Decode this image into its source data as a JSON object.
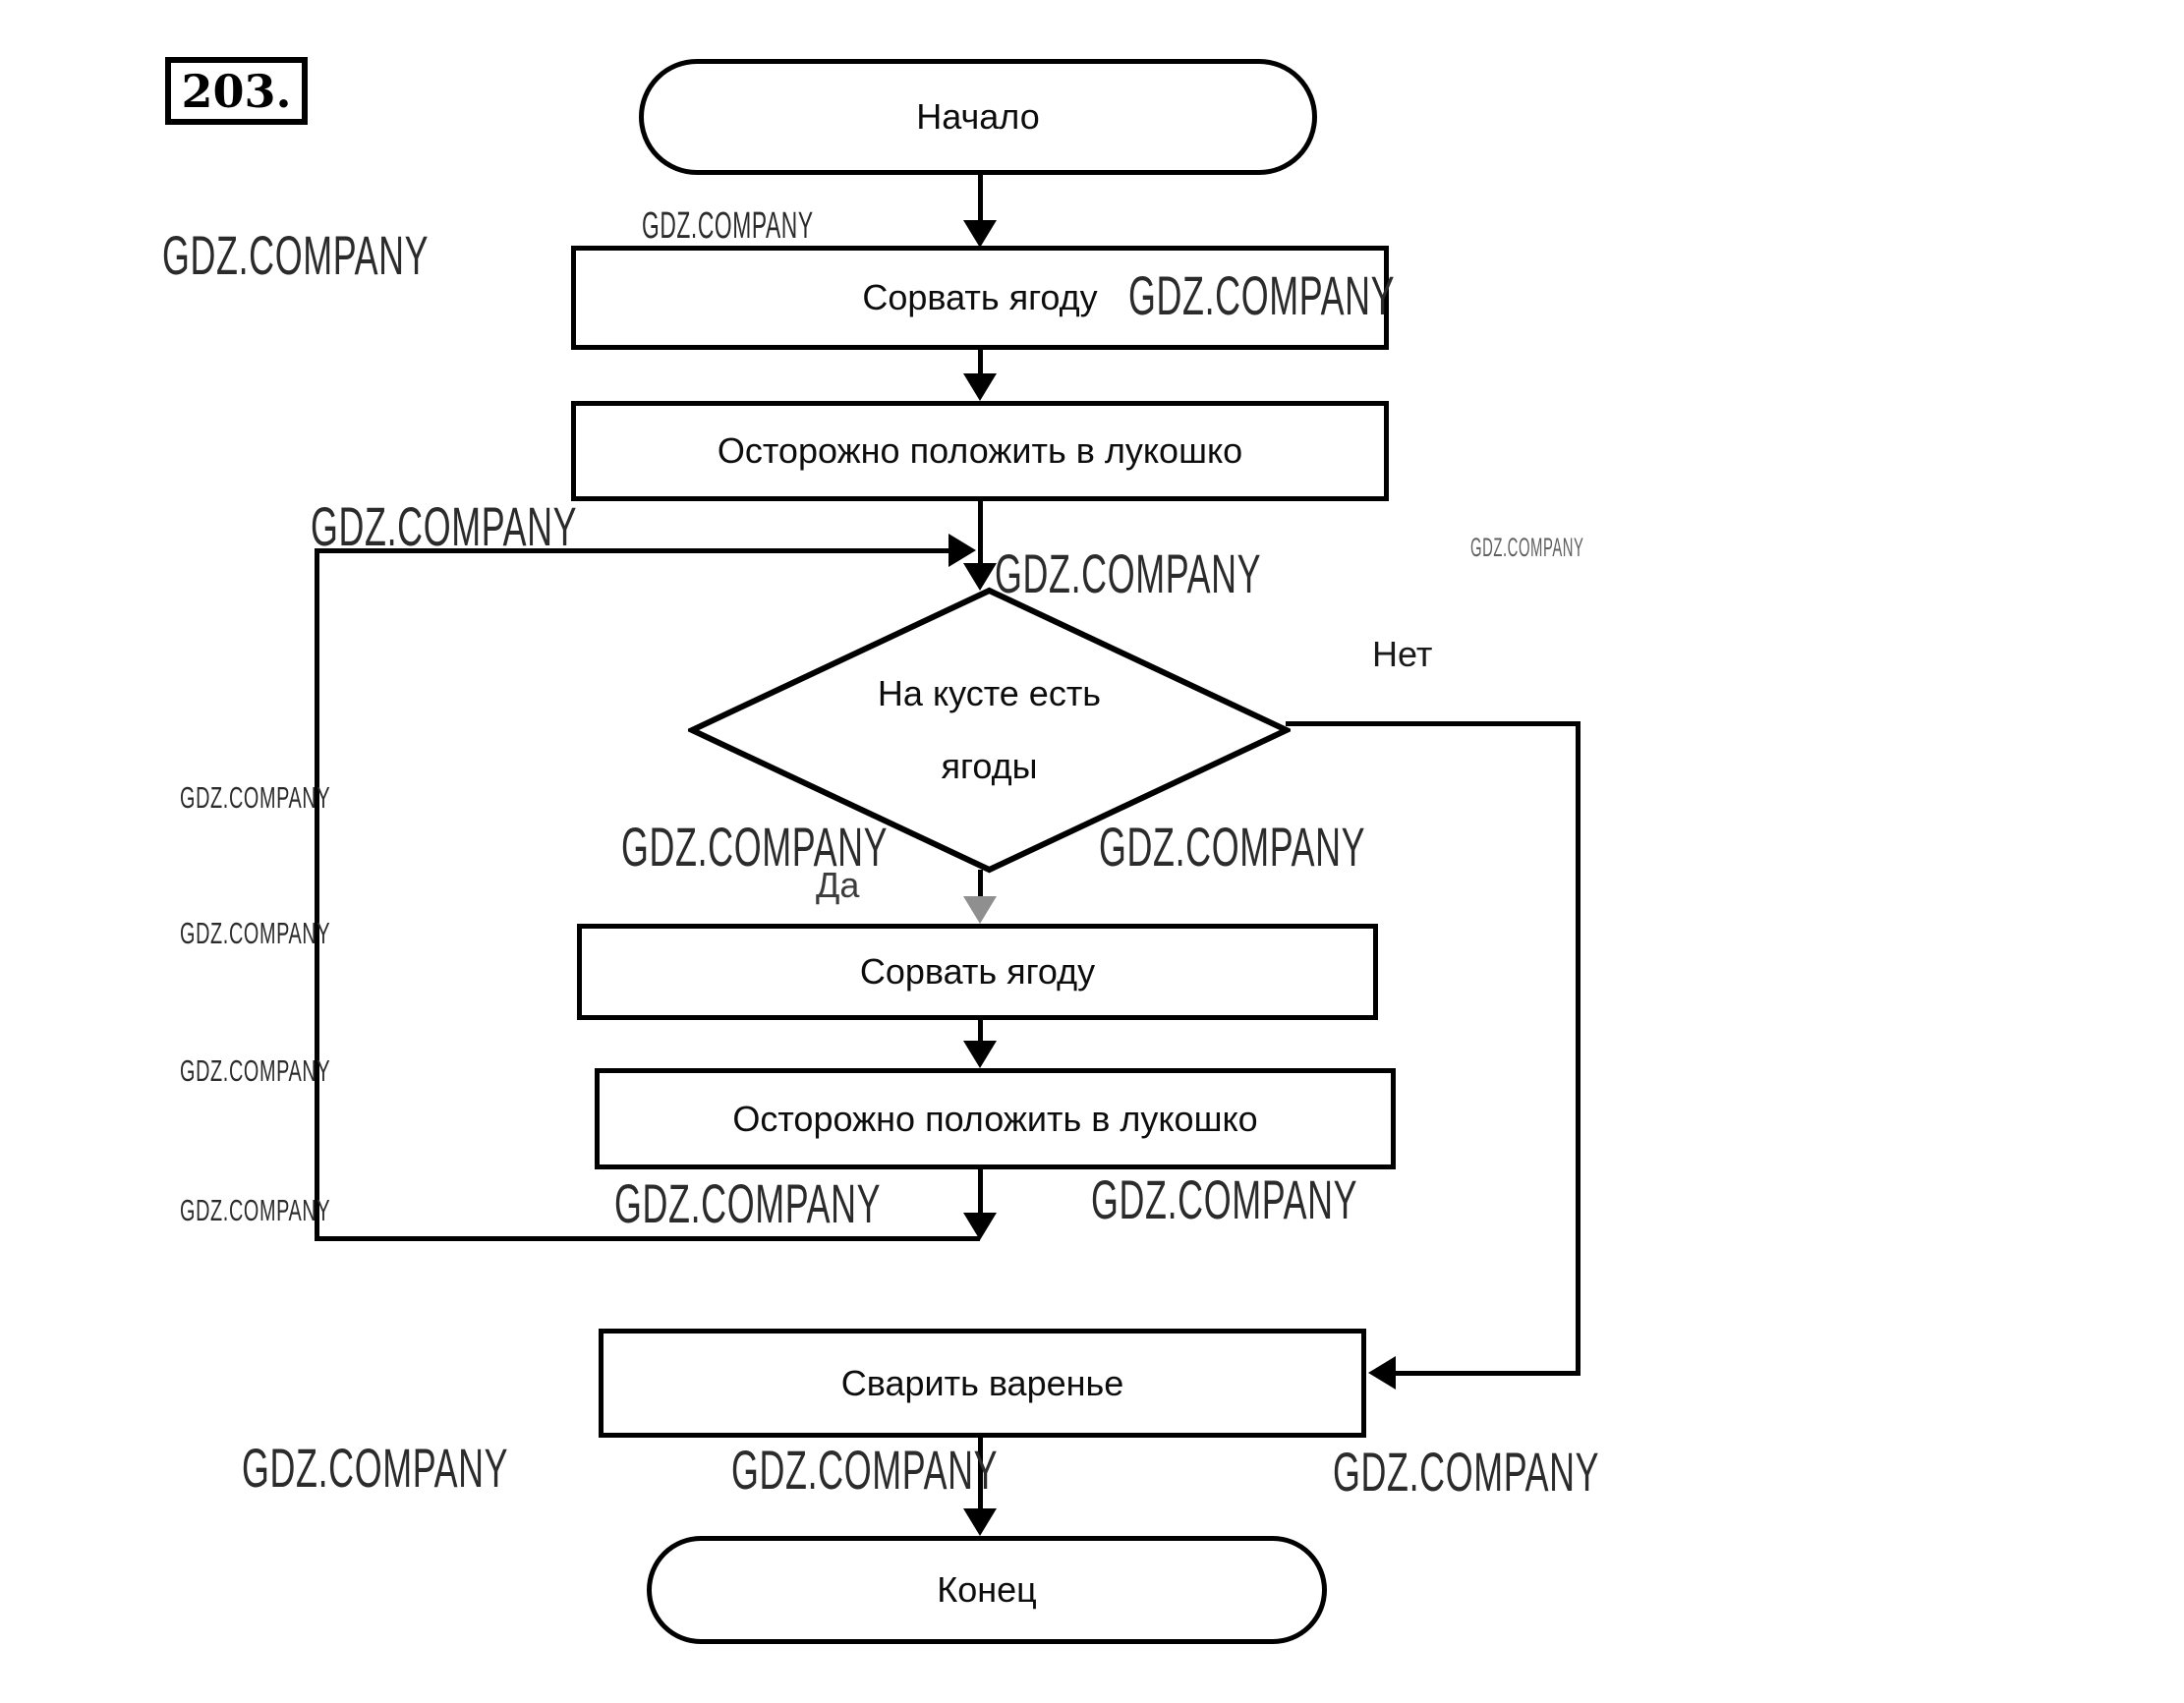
{
  "task_number": "203.",
  "watermark": {
    "text": "GDZ.COMPANY"
  },
  "flowchart": {
    "start": {
      "label": "Начало"
    },
    "step1": {
      "label": "Сорвать ягоду"
    },
    "step2": {
      "label": "Осторожно положить в лукошко"
    },
    "decision": {
      "line1": "На кусте есть",
      "line2": "ягоды"
    },
    "yes_label": "Да",
    "no_label": "Нет",
    "step3": {
      "label": "Сорвать ягоду"
    },
    "step4": {
      "label": "Осторожно положить в лукошко"
    },
    "step5": {
      "label": "Сварить варенье"
    },
    "end": {
      "label": "Конец"
    }
  },
  "colors": {
    "line": "#000000",
    "text": "#0d0d0d",
    "watermark": "#2b2b2b",
    "muted_arrowhead": "#8f8f8f",
    "background": "#ffffff"
  }
}
